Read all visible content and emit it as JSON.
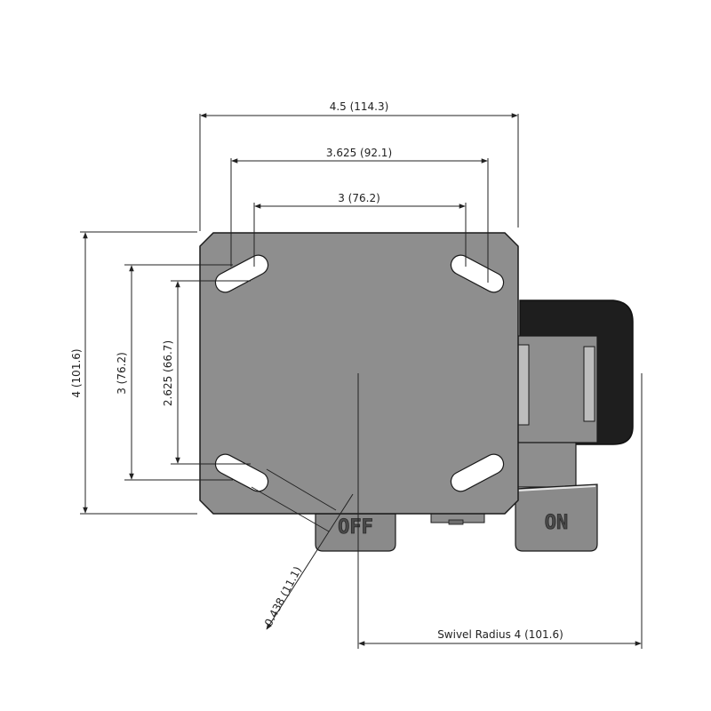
{
  "dimensions": {
    "overall_width": "4.5 (114.3)",
    "outer_slot_span": "3.625 (92.1)",
    "inner_slot_span": "3 (76.2)",
    "overall_height": "4 (101.6)",
    "outer_slot_height": "3 (76.2)",
    "inner_slot_height": "2.625 (66.7)",
    "slot_width": "0.438 (11.1)",
    "swivel_radius": "Swivel Radius 4 (101.6)"
  },
  "brake_labels": {
    "off": "OFF",
    "on": "ON"
  },
  "colors": {
    "plate": "#8e8e8e",
    "outline": "#1a1a1a",
    "wheel": "#1e1e1e",
    "pedal": "#8a8a8a",
    "dim_line": "#222222"
  }
}
